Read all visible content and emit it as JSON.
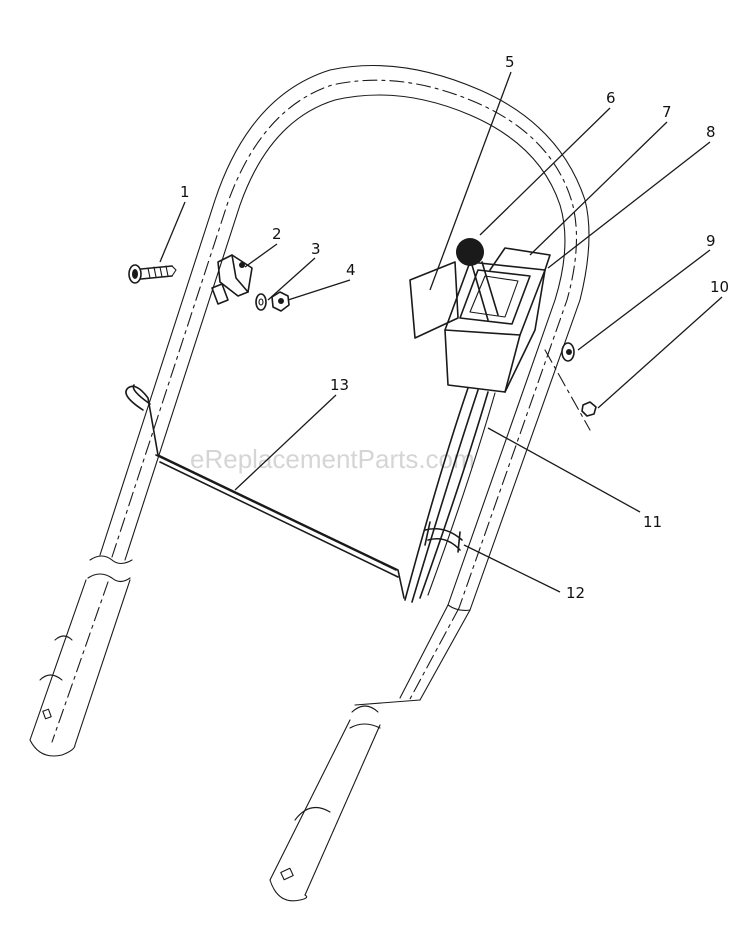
{
  "watermark": "eReplacementParts.com",
  "part_labels": [
    {
      "id": "1",
      "text": "1"
    },
    {
      "id": "2",
      "text": "2"
    },
    {
      "id": "3",
      "text": "3"
    },
    {
      "id": "4",
      "text": "4"
    },
    {
      "id": "5",
      "text": "5"
    },
    {
      "id": "6",
      "text": "6"
    },
    {
      "id": "7",
      "text": "7"
    },
    {
      "id": "8",
      "text": "8"
    },
    {
      "id": "9",
      "text": "9"
    },
    {
      "id": "10",
      "text": "10"
    },
    {
      "id": "11",
      "text": "11"
    },
    {
      "id": "12",
      "text": "12"
    },
    {
      "id": "13",
      "text": "13"
    }
  ]
}
